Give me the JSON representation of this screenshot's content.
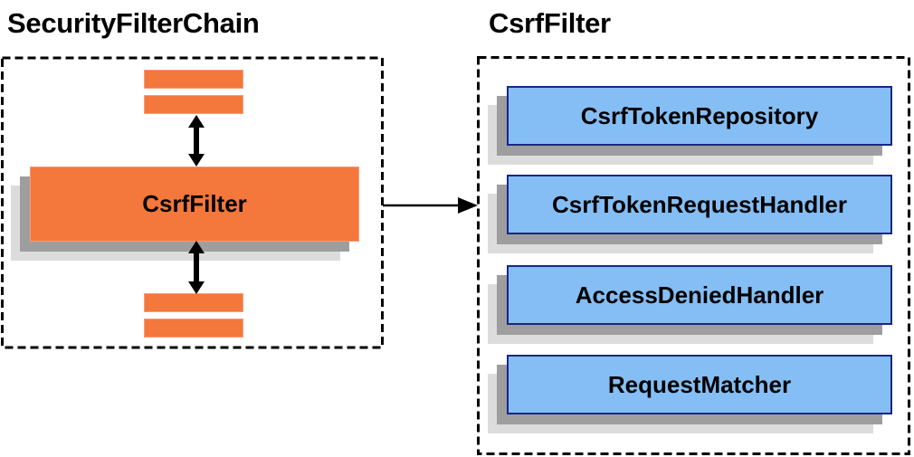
{
  "colors": {
    "background": "#ffffff",
    "ink": "#000000",
    "orange": "#f4773c",
    "orange-border": "#f69e78",
    "blue-fill": "#85bef5",
    "blue-border": "#1a2688",
    "shadow-dark": "#9e9e9e",
    "shadow-light": "#dcdcdc"
  },
  "left_panel": {
    "title": "SecurityFilterChain",
    "filter_label": "CsrfFilter"
  },
  "right_panel": {
    "title": "CsrfFilter",
    "components": [
      "CsrfTokenRepository",
      "CsrfTokenRequestHandler",
      "AccessDeniedHandler",
      "RequestMatcher"
    ]
  },
  "icons": {
    "bidirectional-arrow": "↕",
    "flow-arrow": "→"
  }
}
